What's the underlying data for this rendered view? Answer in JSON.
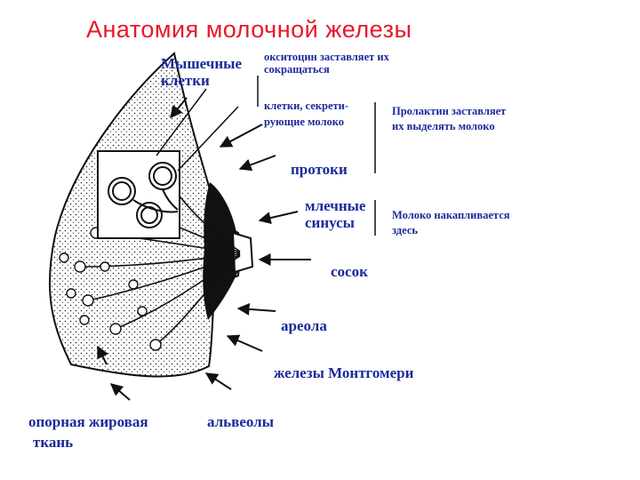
{
  "title": "Анатомия молочной железы",
  "labels": {
    "muscle_cells_1": "Мышечные",
    "muscle_cells_2": "клетки",
    "oxytocin_1": "окситоцин заставляет их",
    "oxytocin_2": "сокращаться",
    "secreting_1": "клетки, секрети-",
    "secreting_2": "рующие молоко",
    "prolactin_1": "Пролактин заставляет",
    "prolactin_2": "их выделять молоко",
    "ducts": "протоки",
    "sinuses_1": "млечные",
    "sinuses_2": "синусы",
    "accumulates_1": "Молоко накапливается",
    "accumulates_2": "здесь",
    "nipple": "сосок",
    "areola": "ареола",
    "montgomery": "железы Монтгомери",
    "fat_1": "опорная жировая",
    "fat_2": "ткань",
    "alveoli": "альвеолы"
  },
  "colors": {
    "title": "#e8182a",
    "text": "#1b2a9a",
    "lines": "#111111"
  }
}
